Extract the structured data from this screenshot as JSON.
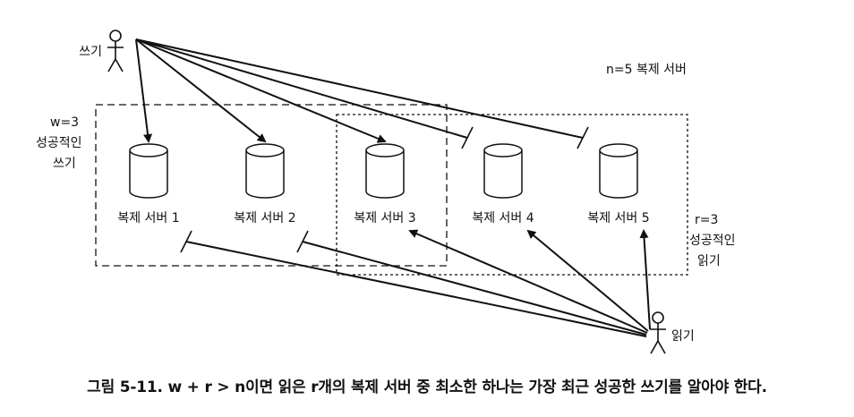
{
  "actors": {
    "writer": "쓰기",
    "reader": "읽기"
  },
  "total_label": "n=5 복제 서버",
  "write_quorum": {
    "lines": [
      "w=3",
      "성공적인",
      "쓰기"
    ]
  },
  "read_quorum": {
    "lines": [
      "r=3",
      "성공적인",
      "읽기"
    ]
  },
  "servers": [
    {
      "label": "복제 서버 1",
      "write_ok": true,
      "read_ok": false
    },
    {
      "label": "복제 서버 2",
      "write_ok": true,
      "read_ok": false
    },
    {
      "label": "복제 서버 3",
      "write_ok": true,
      "read_ok": true
    },
    {
      "label": "복제 서버 4",
      "write_ok": false,
      "read_ok": true
    },
    {
      "label": "복제 서버 5",
      "write_ok": false,
      "read_ok": true
    }
  ],
  "caption": {
    "prefix": "그림 5-11.",
    "text": "w + r > n이면 읽은 r개의 복제 서버 중 최소한 하나는 가장 최근 성공한 쓰기를 알아야 한다."
  }
}
